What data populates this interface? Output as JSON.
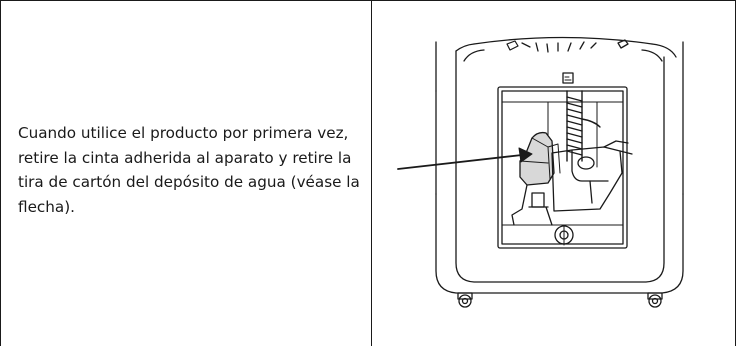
{
  "instruction": {
    "text": "Cuando utilice el producto por primera vez, retire la cinta adherida al aparato y retire la tira de cartón del depósito de agua (véase la flecha)."
  },
  "illustration": {
    "subject": "appliance-front-view",
    "arrow_target": "water-tank-cardboard-strip"
  }
}
